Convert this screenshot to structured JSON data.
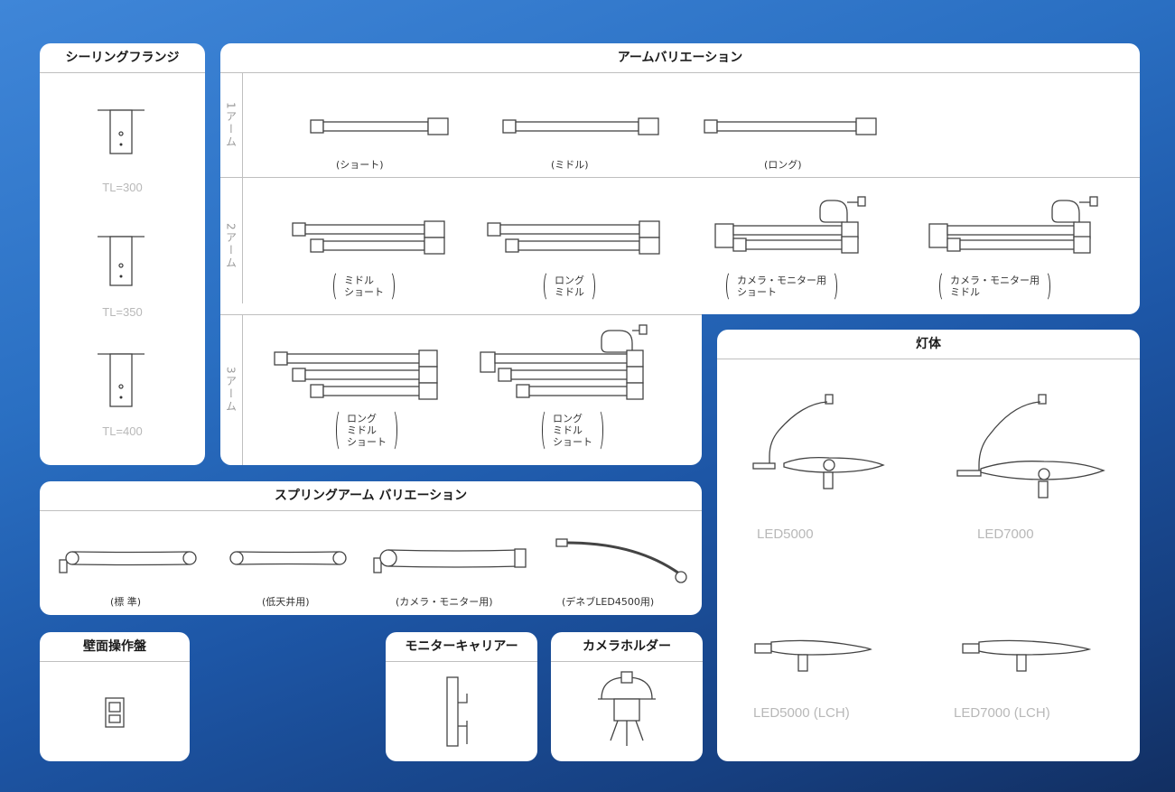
{
  "ceiling_flange": {
    "title": "シーリングフランジ",
    "items": [
      "TL=300",
      "TL=350",
      "TL=400"
    ]
  },
  "arm_variation": {
    "title": "アームバリエーション",
    "rows": [
      {
        "label": "1アーム",
        "items": [
          "(ショート)",
          "(ミドル)",
          "(ロング)"
        ]
      },
      {
        "label": "2アーム",
        "items": [
          [
            "ミドル",
            "ショート"
          ],
          [
            "ロング",
            "ミドル"
          ],
          [
            "カメラ・モニター用",
            "ショート"
          ],
          [
            "カメラ・モニター用",
            "ミドル"
          ]
        ]
      },
      {
        "label": "3アーム",
        "items": [
          [
            "ロング",
            "ミドル",
            "ショート"
          ],
          [
            "ロング",
            "ミドル",
            "ショート"
          ]
        ]
      }
    ]
  },
  "lamp_body": {
    "title": "灯体",
    "items": [
      "LED5000",
      "LED7000",
      "LED5000 (LCH)",
      "LED7000 (LCH)"
    ]
  },
  "spring_arm": {
    "title": "スプリングアーム バリエーション",
    "items": [
      "(標 準)",
      "(低天井用)",
      "(カメラ・モニター用)",
      "(デネブLED4500用)"
    ]
  },
  "wall_panel": {
    "title": "壁面操作盤"
  },
  "monitor_carrier": {
    "title": "モニターキャリアー"
  },
  "camera_holder": {
    "title": "カメラホルダー"
  }
}
